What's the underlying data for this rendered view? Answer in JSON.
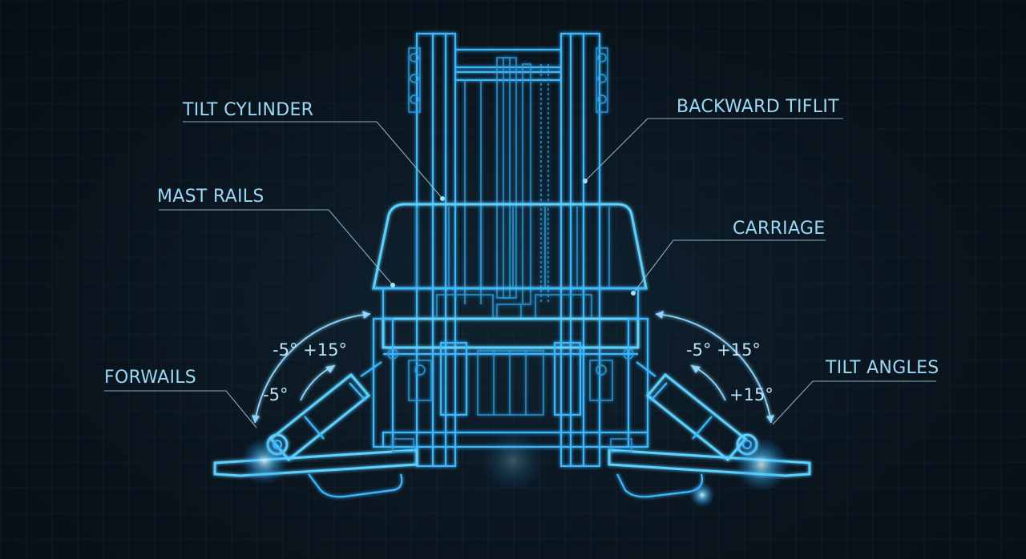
{
  "labels": {
    "tilt_cylinder": "TILT CYLINDER",
    "mast_rails": "MAST RAILS",
    "forwails": "FORWAILS",
    "backward_tiflit": "BACKWARD TIFLIT",
    "carriage": "CARRIAGE",
    "tilt_angles": "TILT ANGLES"
  },
  "angles": {
    "left_top": "-5° +15°",
    "left_bottom": "-5°",
    "right_top": "-5° +15°",
    "right_bottom": "+15°"
  },
  "colors": {
    "background": "#0a141d",
    "line": "#3ab8ff",
    "text": "#9ad8f5"
  }
}
